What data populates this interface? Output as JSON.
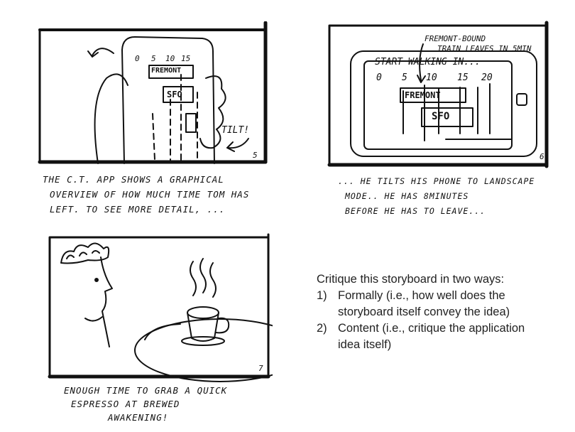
{
  "panels": [
    {
      "number": "5",
      "scale": [
        "0",
        "5",
        "10",
        "15"
      ],
      "labels": {
        "fremont": "FREMONT",
        "sfo": "SFO",
        "tilt": "TILT!"
      },
      "caption": [
        "THE C.T. APP SHOWS A GRAPHICAL",
        "OVERVIEW OF HOW MUCH TIME TOM HAS",
        "LEFT. TO SEE MORE DETAIL, ..."
      ]
    },
    {
      "number": "6",
      "annotation": [
        "FREMONT-BOUND",
        "TRAIN LEAVES IN 5MIN"
      ],
      "heading": "START WALKING IN...",
      "scale": [
        "0",
        "5",
        "10",
        "15",
        "20"
      ],
      "labels": {
        "fremont": "FREMONT",
        "sfo": "SFO"
      },
      "caption": [
        "... HE TILTS HIS PHONE TO LANDSCAPE",
        "MODE.. HE HAS 8MINUTES",
        "BEFORE HE HAS TO LEAVE..."
      ]
    },
    {
      "number": "7",
      "caption": [
        "ENOUGH TIME TO GRAB A QUICK",
        "ESPRESSO AT BREWED",
        "AWAKENING!"
      ]
    }
  ],
  "critique": {
    "title": "Critique this storyboard in two ways:",
    "items": [
      {
        "n": "1)",
        "line1": "Formally (i.e., how well does the",
        "line2": "storyboard itself convey the idea)"
      },
      {
        "n": "2)",
        "line1": "Content (i.e., critique the application",
        "line2": "idea itself)"
      }
    ]
  }
}
